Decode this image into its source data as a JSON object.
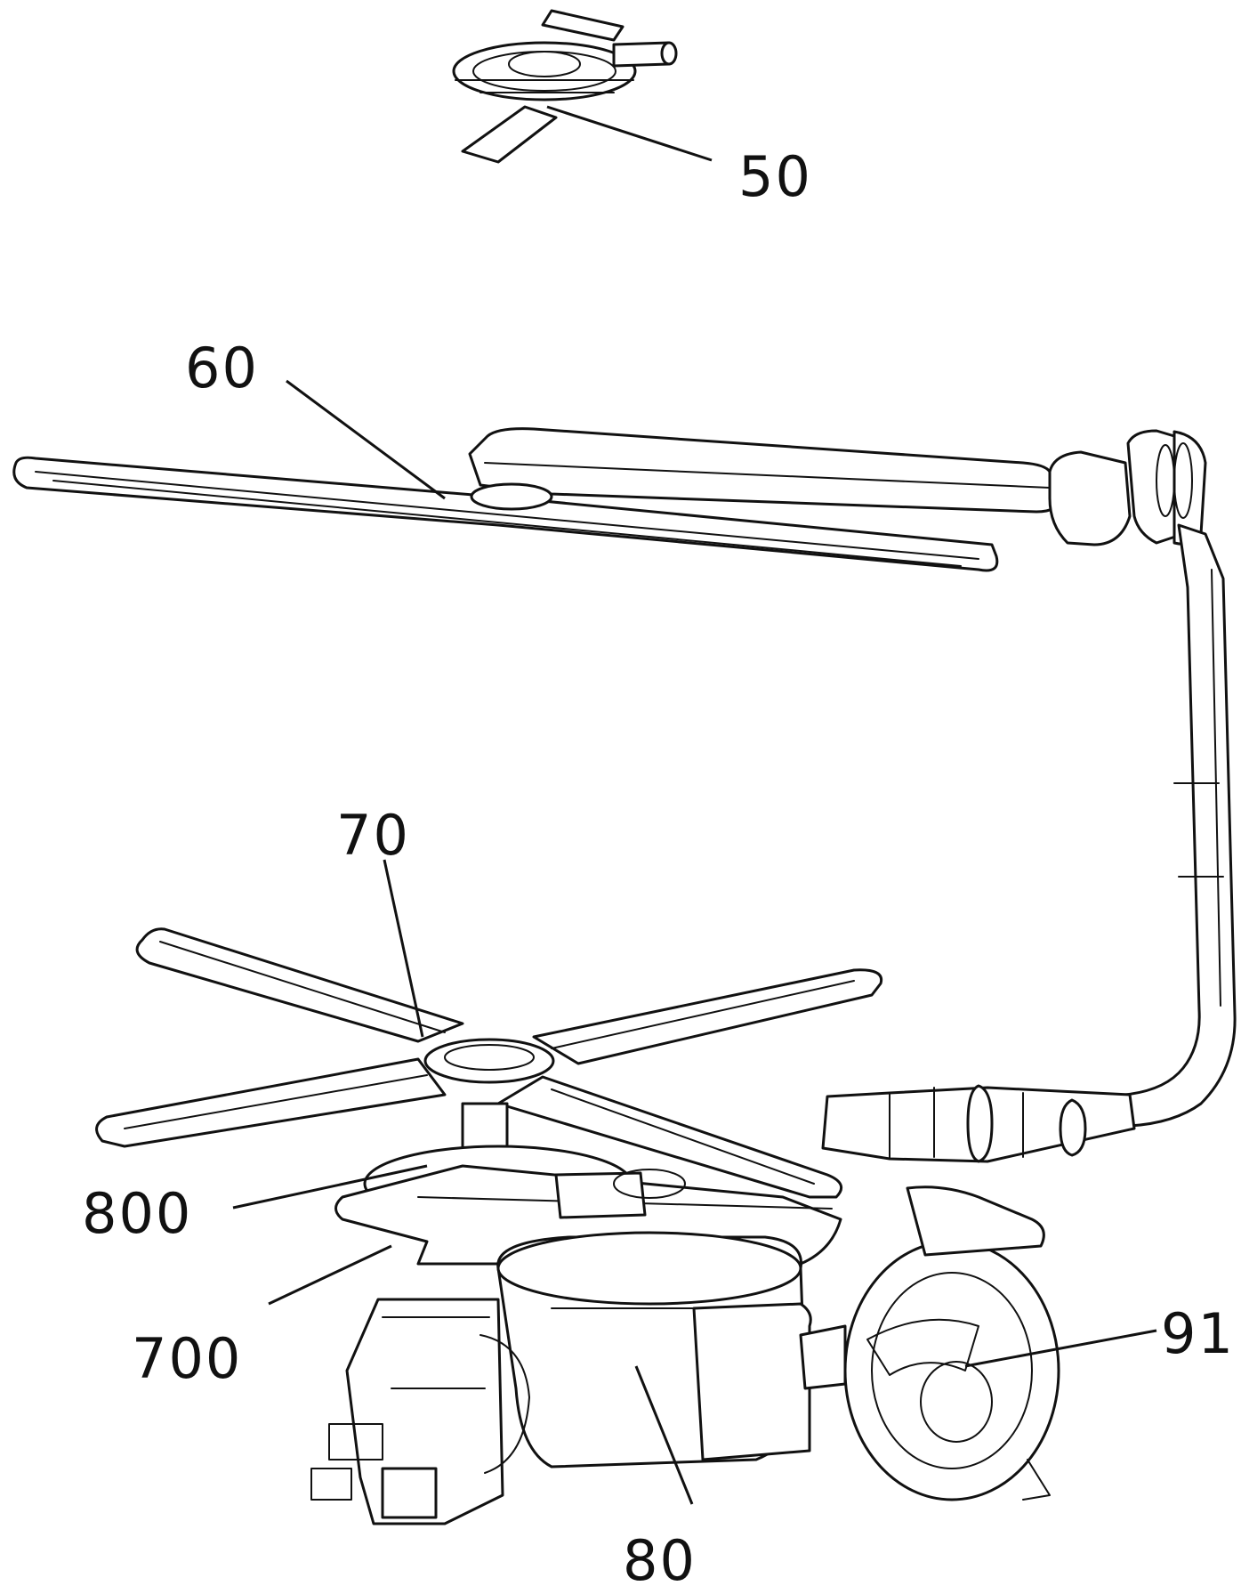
{
  "figure": {
    "labels": {
      "upper_top_spray_arm": "50",
      "upper_spray_arm": "60",
      "lower_spray_arm": "70",
      "part_800": "800",
      "part_700": "700",
      "sump": "80",
      "pump": "91"
    }
  }
}
